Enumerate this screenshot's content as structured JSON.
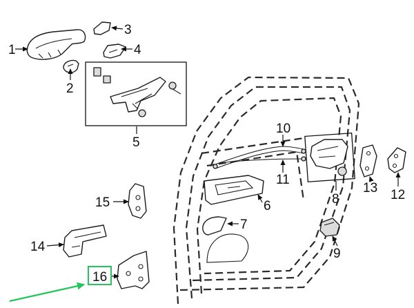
{
  "diagram": {
    "callouts": [
      {
        "id": "c1",
        "label": "1"
      },
      {
        "id": "c2",
        "label": "2"
      },
      {
        "id": "c3",
        "label": "3"
      },
      {
        "id": "c4",
        "label": "4"
      },
      {
        "id": "c5",
        "label": "5"
      },
      {
        "id": "c6",
        "label": "6"
      },
      {
        "id": "c7",
        "label": "7"
      },
      {
        "id": "c8",
        "label": "8"
      },
      {
        "id": "c9",
        "label": "9"
      },
      {
        "id": "c10",
        "label": "10"
      },
      {
        "id": "c11",
        "label": "11"
      },
      {
        "id": "c12",
        "label": "12"
      },
      {
        "id": "c13",
        "label": "13"
      },
      {
        "id": "c14",
        "label": "14"
      },
      {
        "id": "c15",
        "label": "15"
      },
      {
        "id": "c16",
        "label": "16"
      }
    ],
    "highlight": {
      "label": "16",
      "box_color": "#22c55e",
      "arrow_color": "#22c55e"
    },
    "colors": {
      "line": "#1a1a1a",
      "part_fill": "#ffffff",
      "part_shade": "#dcdcdc"
    }
  }
}
